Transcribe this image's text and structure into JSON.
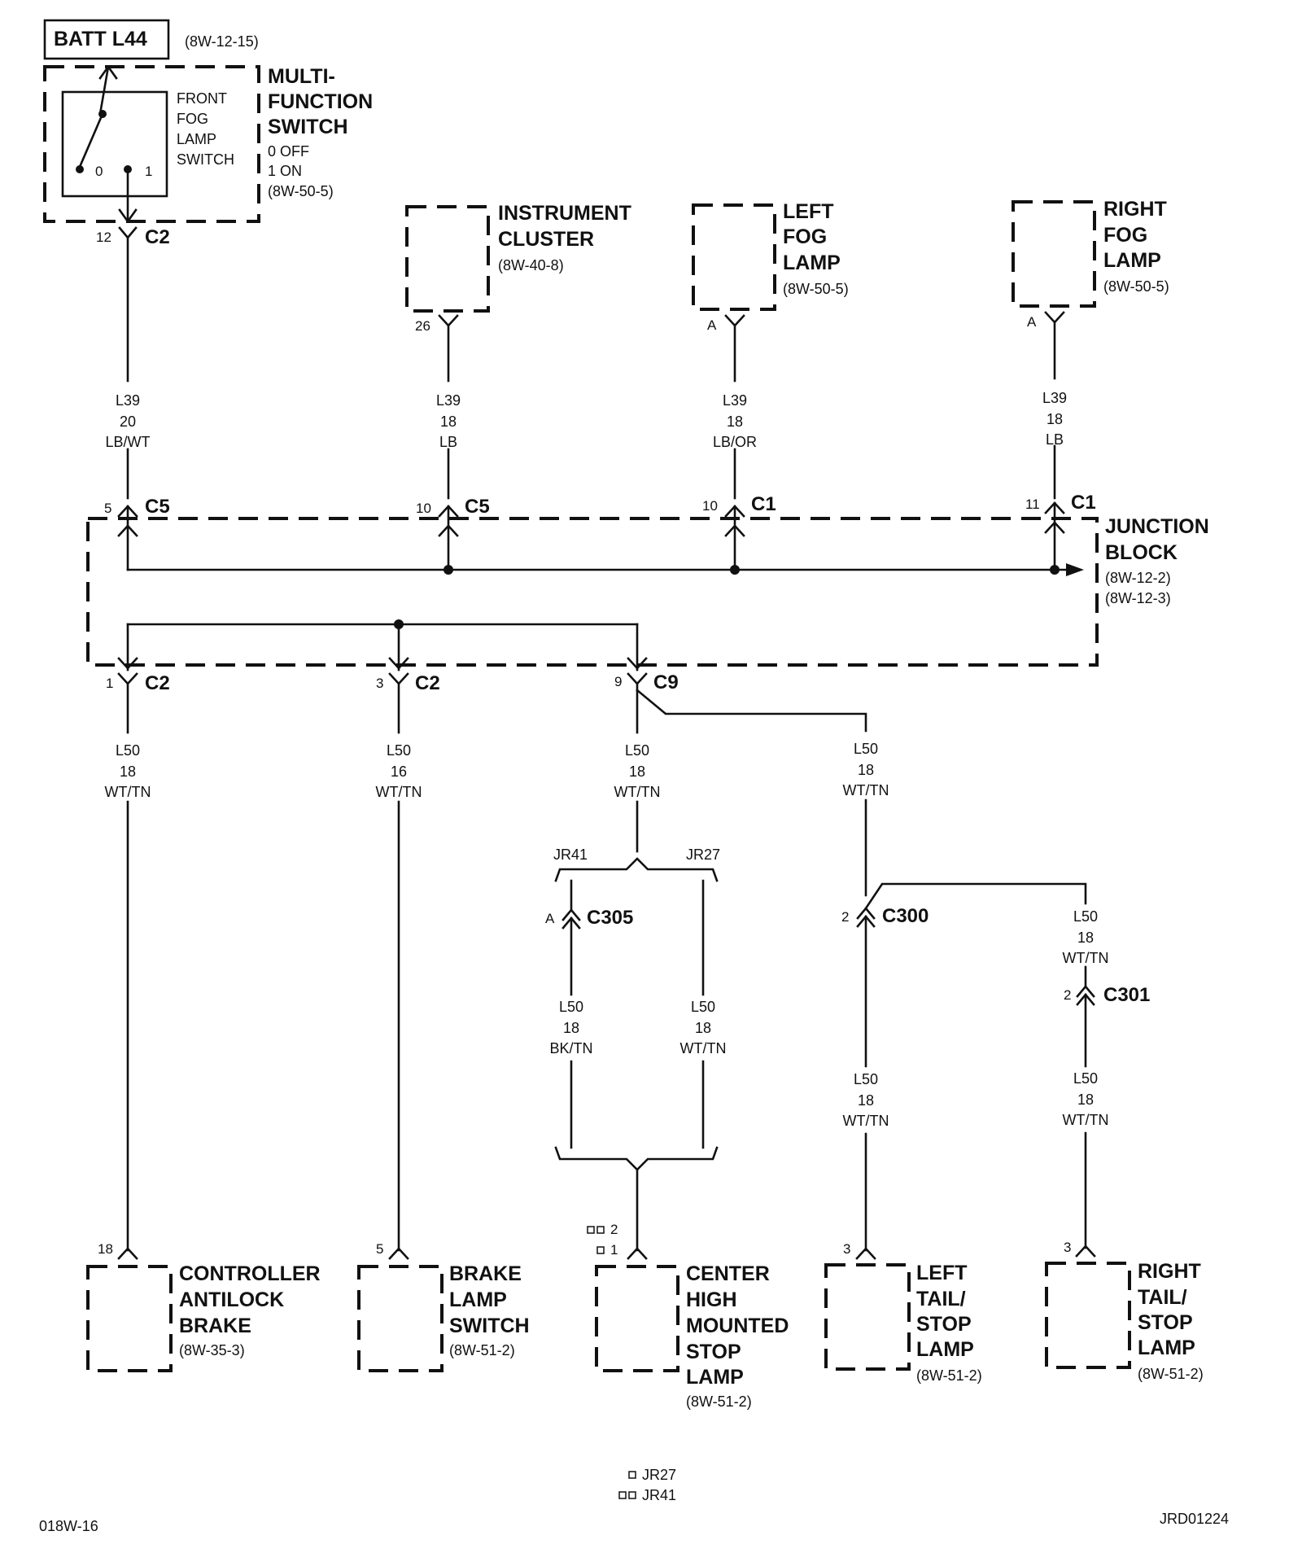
{
  "top": {
    "batt_label": "BATT L44",
    "batt_ref": "(8W-12-15)"
  },
  "mfs": {
    "title": [
      "MULTI-",
      "FUNCTION",
      "SWITCH"
    ],
    "inner": [
      "FRONT",
      "FOG",
      "LAMP",
      "SWITCH"
    ],
    "pos0": "0",
    "pos1": "1",
    "states": [
      "0 OFF",
      "1 ON"
    ],
    "ref": "(8W-50-5)",
    "pin": "12",
    "conn": "C2"
  },
  "cluster": {
    "title": [
      "INSTRUMENT",
      "CLUSTER"
    ],
    "ref": "(8W-40-8)",
    "pin": "26"
  },
  "left_fog": {
    "title": [
      "LEFT",
      "FOG",
      "LAMP"
    ],
    "ref": "(8W-50-5)",
    "pin": "A"
  },
  "right_fog": {
    "title": [
      "RIGHT",
      "FOG",
      "LAMP"
    ],
    "ref": "(8W-50-5)",
    "pin": "A"
  },
  "wires_upper": [
    {
      "circuit": "L39",
      "gauge": "20",
      "color": "LB/WT"
    },
    {
      "circuit": "L39",
      "gauge": "18",
      "color": "LB"
    },
    {
      "circuit": "L39",
      "gauge": "18",
      "color": "LB/OR"
    },
    {
      "circuit": "L39",
      "gauge": "18",
      "color": "LB"
    }
  ],
  "jb_top_pins": [
    {
      "pin": "5",
      "conn": "C5"
    },
    {
      "pin": "10",
      "conn": "C5"
    },
    {
      "pin": "10",
      "conn": "C1"
    },
    {
      "pin": "11",
      "conn": "C1"
    }
  ],
  "junction_block": {
    "title": [
      "JUNCTION",
      "BLOCK"
    ],
    "refs": [
      "(8W-12-2)",
      "(8W-12-3)"
    ]
  },
  "jb_bottom_pins": [
    {
      "pin": "1",
      "conn": "C2"
    },
    {
      "pin": "3",
      "conn": "C2"
    },
    {
      "pin": "9",
      "conn": "C9"
    }
  ],
  "wires_lower": [
    {
      "circuit": "L50",
      "gauge": "18",
      "color": "WT/TN"
    },
    {
      "circuit": "L50",
      "gauge": "16",
      "color": "WT/TN"
    },
    {
      "circuit": "L50",
      "gauge": "18",
      "color": "WT/TN"
    },
    {
      "circuit": "L50",
      "gauge": "18",
      "color": "WT/TN"
    }
  ],
  "variants": {
    "a": "JR41",
    "b": "JR27"
  },
  "c305": {
    "pin": "A",
    "conn": "C305"
  },
  "c300": {
    "pin": "2",
    "conn": "C300"
  },
  "c301": {
    "pin": "2",
    "conn": "C301"
  },
  "wires_branch": [
    {
      "circuit": "L50",
      "gauge": "18",
      "color": "BK/TN"
    },
    {
      "circuit": "L50",
      "gauge": "18",
      "color": "WT/TN"
    },
    {
      "circuit": "L50",
      "gauge": "18",
      "color": "WT/TN"
    },
    {
      "circuit": "L50",
      "gauge": "18",
      "color": "WT/TN"
    },
    {
      "circuit": "L50",
      "gauge": "18",
      "color": "WT/TN"
    }
  ],
  "components": [
    {
      "title": [
        "CONTROLLER",
        "ANTILOCK",
        "BRAKE"
      ],
      "ref": "(8W-35-3)",
      "pin": "18"
    },
    {
      "title": [
        "BRAKE",
        "LAMP",
        "SWITCH"
      ],
      "ref": "(8W-51-2)",
      "pin": "5"
    },
    {
      "title": [
        "CENTER",
        "HIGH",
        "MOUNTED",
        "STOP",
        "LAMP"
      ],
      "ref": "(8W-51-2)",
      "pins": [
        "2",
        "1"
      ]
    },
    {
      "title": [
        "LEFT",
        "TAIL/",
        "STOP",
        "LAMP"
      ],
      "ref": "(8W-51-2)",
      "pin": "3"
    },
    {
      "title": [
        "RIGHT",
        "TAIL/",
        "STOP",
        "LAMP"
      ],
      "ref": "(8W-51-2)",
      "pin": "3"
    }
  ],
  "legend": {
    "single": "JR27",
    "double": "JR41"
  },
  "footer": {
    "left": "018W-16",
    "right": "JRD01224"
  }
}
